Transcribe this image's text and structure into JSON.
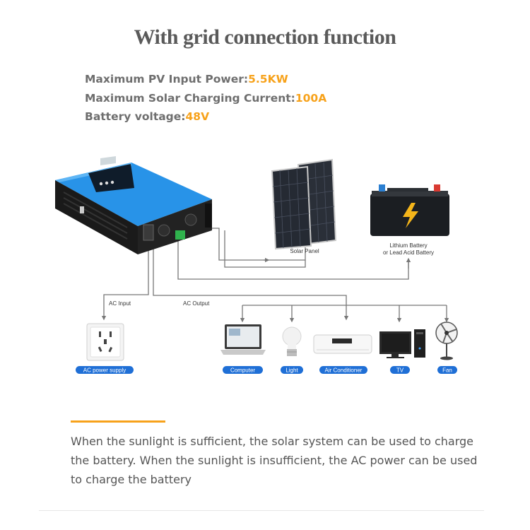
{
  "title": "With grid connection function",
  "specs": [
    {
      "label": "Maximum PV Input Power:",
      "value": "5.5KW"
    },
    {
      "label": "Maximum Solar Charging Current:",
      "value": "100A"
    },
    {
      "label": "Battery voltage:",
      "value": "48V"
    }
  ],
  "diagram": {
    "solar_panel_label": "Solar Panel",
    "battery_label_line1": "Lithium Battery",
    "battery_label_line2": "or Lead Acid Battery",
    "ac_input_label": "AC  Input",
    "ac_output_label": "AC Output",
    "devices": {
      "ac_power_supply": "AC power supply",
      "computer": "Computer",
      "light": "Light",
      "air_conditioner": "Air Conditioner",
      "tv": "TV",
      "fan": "Fan"
    }
  },
  "description": "When the sunlight is sufficient, the solar system can be used to charge the battery. When the sunlight is insufficient, the AC power can be used to charge the battery",
  "colors": {
    "accent": "#f7a21b",
    "pill": "#1f6fd6",
    "inverter_blue": "#1e8ee6",
    "line": "#777777"
  }
}
